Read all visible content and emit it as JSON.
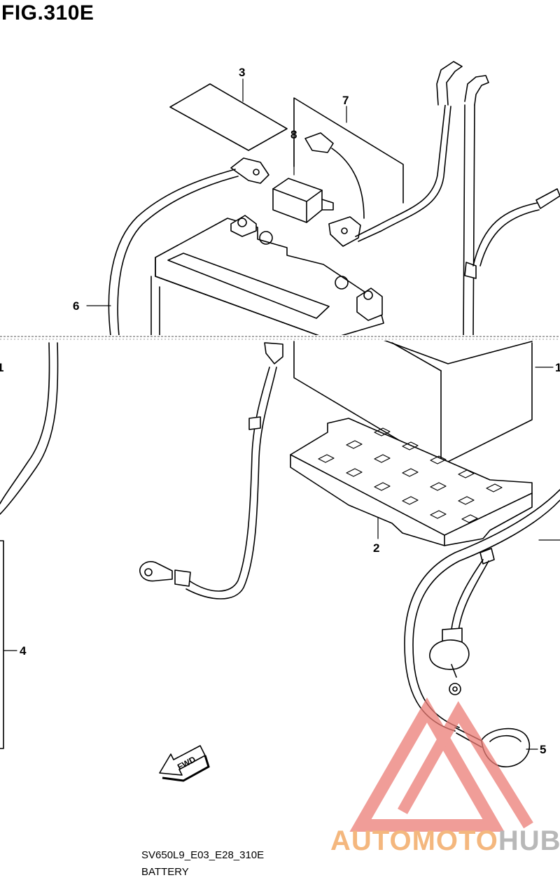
{
  "figure": {
    "title": "FIG.310E",
    "model_code": "SV650L9_E03_E28_310E",
    "caption": "BATTERY"
  },
  "callouts": [
    {
      "id": "part-1",
      "label": "1"
    },
    {
      "id": "part-2",
      "label": "2"
    },
    {
      "id": "part-3",
      "label": "3"
    },
    {
      "id": "part-4",
      "label": "4"
    },
    {
      "id": "part-5",
      "label": "5"
    },
    {
      "id": "part-6",
      "label": "6"
    },
    {
      "id": "part-7",
      "label": "7"
    },
    {
      "id": "part-8",
      "label": "8"
    }
  ],
  "fwd_arrow": {
    "label": "FWD"
  },
  "watermark": {
    "text_primary": "AUTOMOTO",
    "text_secondary": "HUB",
    "color_primary": "#f4b77e",
    "color_secondary": "#b8b8b8",
    "logo_color": "#ec7d76"
  }
}
